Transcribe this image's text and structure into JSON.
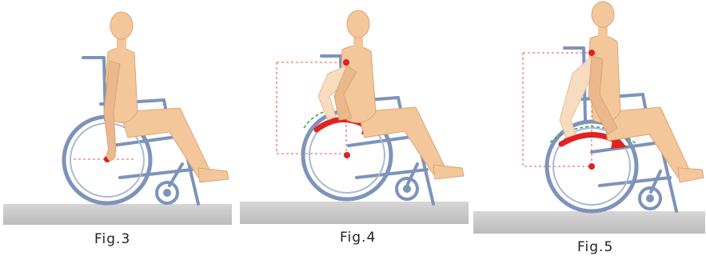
{
  "figures": [
    {
      "caption": "Fig.3"
    },
    {
      "caption": "Fig.4"
    },
    {
      "caption": "Fig.5"
    }
  ],
  "colors": {
    "skin": "#f3c79a",
    "skin_shade": "#d9a57a",
    "frame": "#8097bd",
    "frame_dark": "#5f78a3",
    "floor": "#c8c8c8",
    "joint": "#e02020",
    "arrow": "#e0231f",
    "guide_red": "#e97a7a",
    "guide_green": "#3aa04a"
  }
}
